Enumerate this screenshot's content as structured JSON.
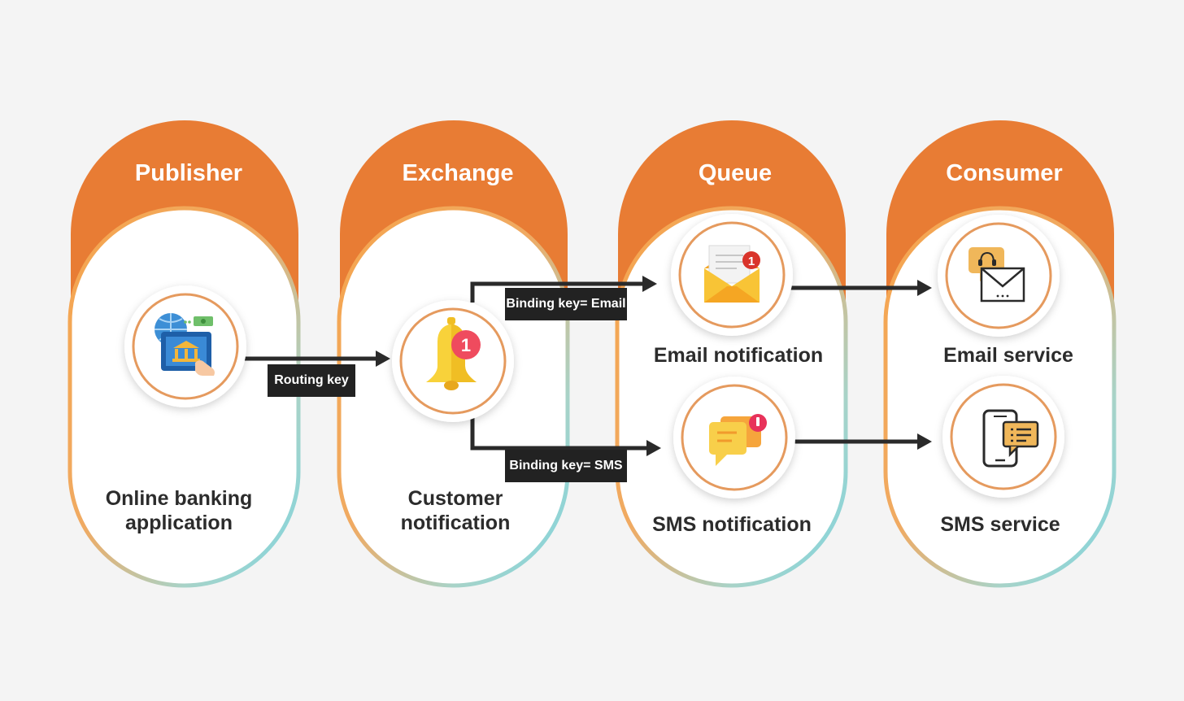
{
  "columns": [
    {
      "title": "Publisher"
    },
    {
      "title": "Exchange"
    },
    {
      "title": "Queue"
    },
    {
      "title": "Consumer"
    }
  ],
  "nodes": {
    "publisher": {
      "label_line1": "Online banking",
      "label_line2": "application",
      "icon": "online-banking-icon"
    },
    "exchange": {
      "label_line1": "Customer",
      "label_line2": "notification",
      "icon": "notification-bell-icon",
      "badge": "1"
    },
    "queue_email": {
      "label": "Email notification",
      "icon": "email-envelope-icon",
      "badge": "1"
    },
    "queue_sms": {
      "label": "SMS notification",
      "icon": "sms-chat-icon"
    },
    "consumer_email": {
      "label": "Email service",
      "icon": "email-support-icon"
    },
    "consumer_sms": {
      "label": "SMS service",
      "icon": "mobile-chat-icon"
    }
  },
  "edges": {
    "routing_key": "Routing key",
    "binding_email": "Binding key= Email",
    "binding_sms": "Binding key= SMS"
  },
  "colors": {
    "accent_orange": "#e87c34",
    "outline_orange": "#f2a55b",
    "outline_teal": "#84d6df",
    "arrow": "#2a2a2a",
    "background": "#f4f4f4"
  }
}
